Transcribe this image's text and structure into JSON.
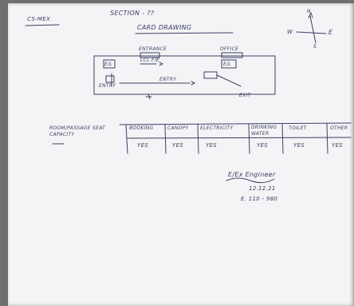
{
  "sheet": {
    "site_code": "CS-MEX",
    "section": "SECTION - ??",
    "title": "CARD DRAWING",
    "compass": {
      "n": "N",
      "w": "W",
      "e": "E",
      "s": "S"
    }
  },
  "diagram": {
    "entrance": "ENTRANCE",
    "office": "OFFICE",
    "room_1": "E/L",
    "room_2": "LCL F/E",
    "room_3": "E/L",
    "label_left": "ENTRY",
    "label_mid": "ENTRY",
    "label_right": "EXIT"
  },
  "table": {
    "headers": [
      "ROOM/PASSAGE SEAT CAPACITY",
      "BOOKING",
      "CANOPY",
      "ELECTRICITY",
      "DRINKING WATER",
      "TOILET",
      "OTHER"
    ],
    "values": [
      "",
      "YES",
      "YES",
      "YES",
      "YES",
      "YES",
      "YES"
    ]
  },
  "signature": {
    "name": "E/Ex Engineer",
    "line1": "12.12.21",
    "line2": "E. 110 - 980"
  }
}
